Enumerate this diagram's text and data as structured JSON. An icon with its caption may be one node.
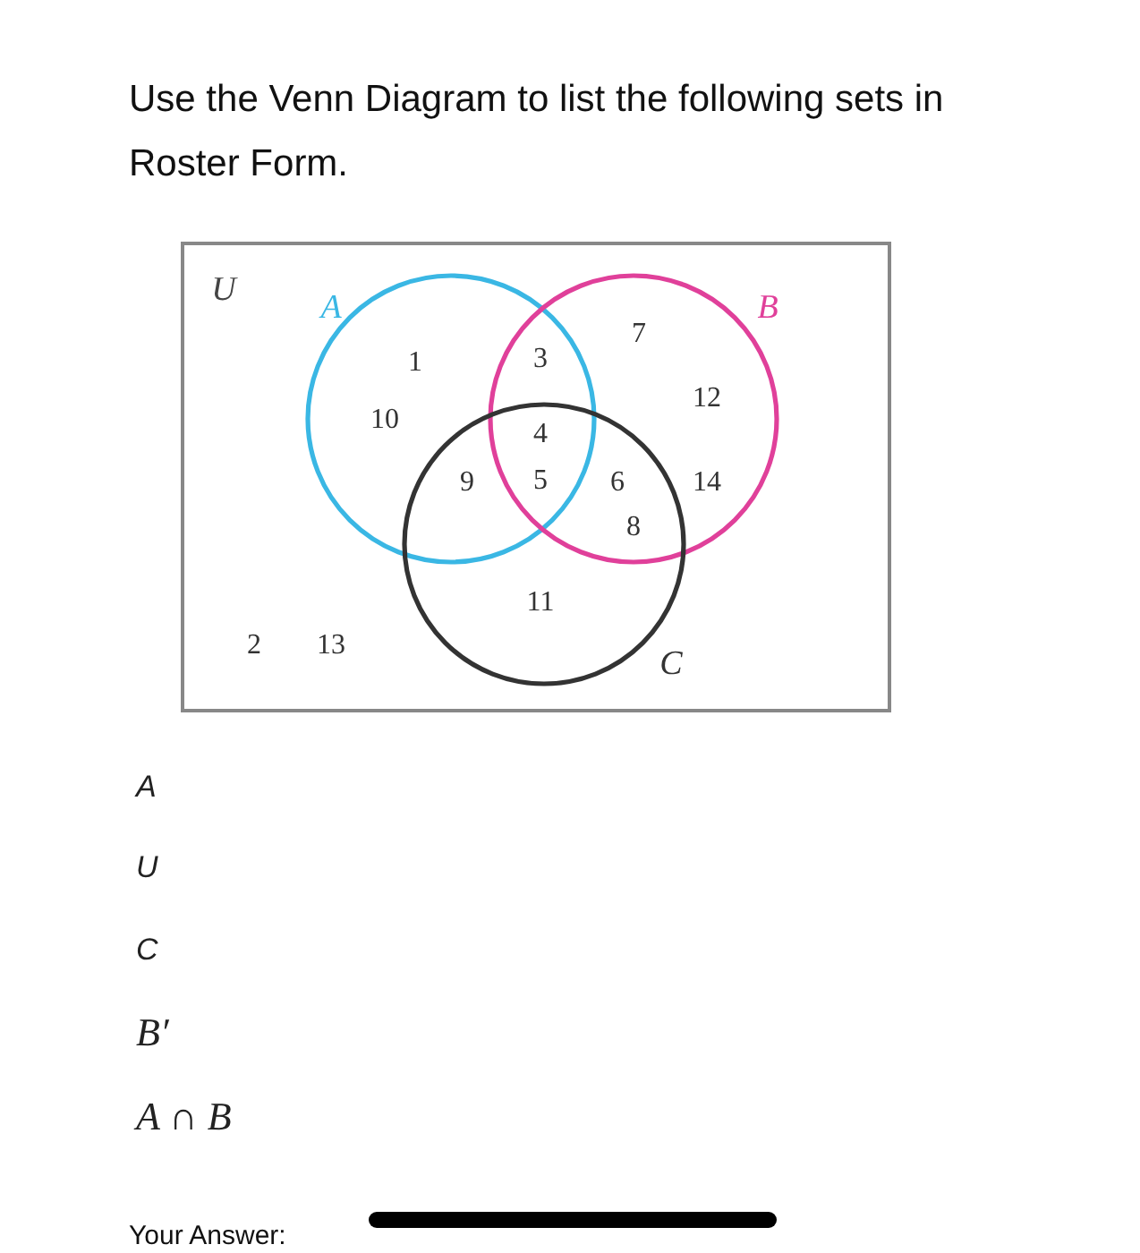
{
  "diagram": {
    "title": "Use the Venn Diagram to list the following sets in Roster Form.",
    "nodes": [
      {
        "text": [
          "U"
        ]
      },
      {
        "text": [
          "A"
        ],
        "in": 0
      },
      {
        "text": [
          "B"
        ],
        "in": 0
      },
      {
        "text": [
          "C"
        ],
        "in": 0
      }
    ],
    "labels": [
      "7",
      "1",
      "3",
      "12",
      "10",
      "4",
      "9",
      "5",
      "6",
      "14",
      "8",
      "11",
      "2",
      "13",
      "A",
      "U",
      "C",
      "B′",
      "A ∩ B",
      "Your Answer:"
    ]
  }
}
